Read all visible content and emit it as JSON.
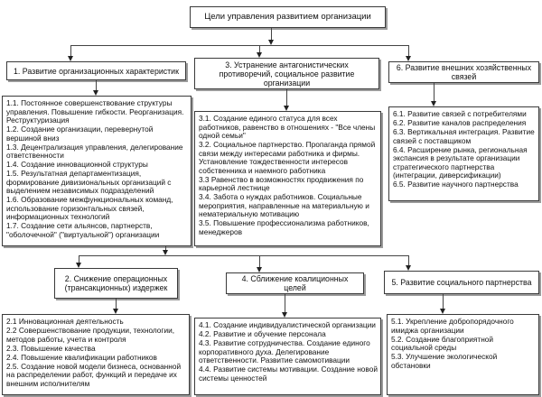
{
  "colors": {
    "line": "#444444",
    "box_border": "#3a3a3a",
    "box_shadow": "#9b9b9b",
    "background": "#ffffff",
    "text": "#111111"
  },
  "title": "Цели управления развитием организации",
  "sections": {
    "s1": {
      "header": "1. Развитие организационных характеристик",
      "items": [
        "1.1. Постоянное совершенствование структуры управления. Повышение гибкости. Реорганизация. Реструктуризация",
        "1.2. Создание организации, перевернутой вершиной вниз",
        "1.3. Децентрализация управления, делегирование ответственности",
        "1.4. Создание инновационной структуры",
        "1.5. Результатная департаментизация, формирование дивизиональных организаций с выделением независимых подразделений",
        "1.6. Образование межфункциональных команд, использование горизонтальных связей, информационных технологий",
        "1.7. Создание сети альянсов, партнерств, \"оболочечной\" (\"виртуальной\") организации"
      ]
    },
    "s3": {
      "header": "3. Устранение антагонистических противоречий, социальное развитие организации",
      "items": [
        "3.1. Создание единого статуса для всех работников, равенство в отношениях - \"Все члены одной семьи\"",
        "3.2. Социальное партнерство. Пропаганда прямой связи между интересами работника и фирмы. Установление тождественности интересов собственника и наемного работника",
        "3.3 Равенство в возможностях продвижения по карьерной лестнице",
        "3.4. Забота о нуждах работников. Социальные мероприятия, направленные на материальную и нематериальную мотивацию",
        "3.5. Повышение профессионализма работников, менеджеров"
      ]
    },
    "s6": {
      "header": "6. Развитие внешних хозяйственных связей",
      "items": [
        "6.1. Развитие связей с потребителями",
        "6.2. Развитие каналов распределения",
        "6.3. Вертикальная интеграция. Развитие связей с поставщиком",
        "6.4. Расширение рынка, региональная экспансия в результате организации стратегического партнерства (интеграции, диверсификации)",
        "6.5. Развитие научного партнерства"
      ]
    },
    "s2": {
      "header": "2. Снижение операционных (трансакционных) издержек",
      "items": [
        "2.1 Инновационная деятельность",
        "2.2 Совершенствование продукции, технологии, методов работы, учета и контроля",
        "2.3. Повышение качества",
        "2.4. Повышение квалификации работников",
        "2.5. Создание новой модели бизнеса, основанной на распределении работ, функций и передаче их внешним исполнителям"
      ]
    },
    "s4": {
      "header": "4. Сближение коалиционных целей",
      "items": [
        "4.1. Создание индивидуалистической организации",
        "4.2. Развитие и обучение персонала",
        "4.3. Развитие сотрудничества. Создание единого корпоративного духа. Делегирование ответственности. Развитие самомотивации",
        "4.4. Развитие системы мотивации. Создание новой системы ценностей"
      ]
    },
    "s5": {
      "header": "5. Развитие социального партнерства",
      "items": [
        "5.1. Укрепление добропорядочного имиджа организации",
        "5.2. Создание благоприятной социальной среды",
        "5.3. Улучшение экологической обстановки"
      ]
    }
  }
}
